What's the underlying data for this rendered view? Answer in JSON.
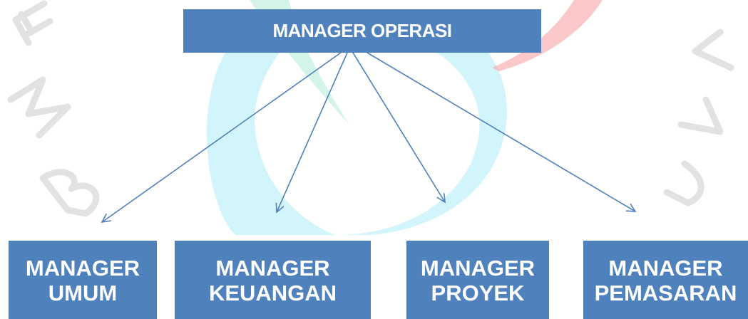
{
  "top": {
    "label": "MANAGER OPERASI"
  },
  "children": [
    {
      "line1": "MANAGER",
      "line2": "UMUM"
    },
    {
      "line1": "MANAGER",
      "line2": "KEUANGAN"
    },
    {
      "line1": "MANAGER",
      "line2": "PROYEK"
    },
    {
      "line1": "MANAGER",
      "line2": "PEMASARAN"
    }
  ],
  "colors": {
    "box": "#4f81bd",
    "text": "#ffffff",
    "arrow": "#4f81bd",
    "watermark_cyan": "#7fe3f3",
    "watermark_green": "#b6ecd6",
    "watermark_red": "#f59a9a",
    "watermark_letters": "#e2e2e2"
  }
}
